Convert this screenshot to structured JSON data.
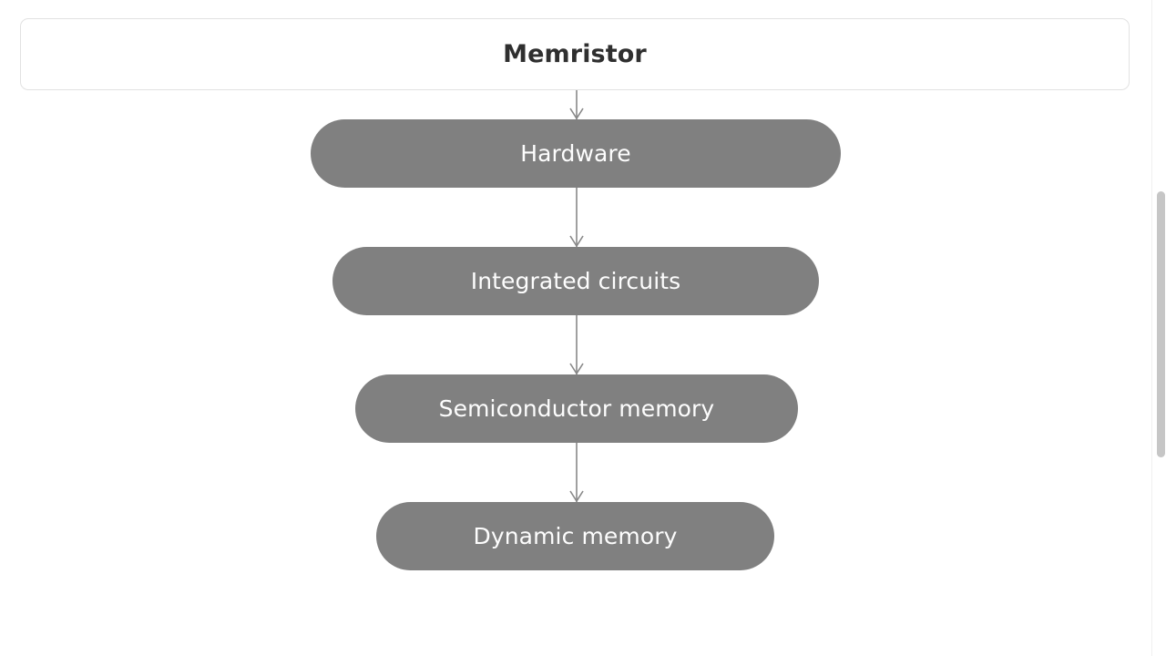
{
  "header": {
    "title": "Memristor"
  },
  "graph": {
    "type": "flowchart",
    "orientation": "top-to-bottom",
    "node_fill_color": "#808080",
    "node_text_color": "#ffffff",
    "edge_color": "#888888",
    "nodes": [
      {
        "id": "hardware",
        "label": "Hardware",
        "level": 1
      },
      {
        "id": "integrated-circuits",
        "label": "Integrated circuits",
        "level": 2
      },
      {
        "id": "semiconductor-memory",
        "label": "Semiconductor memory",
        "level": 3
      },
      {
        "id": "dynamic-memory",
        "label": "Dynamic memory",
        "level": 4
      }
    ],
    "edges": [
      {
        "from": "title",
        "to": "hardware",
        "arrow": "down"
      },
      {
        "from": "hardware",
        "to": "integrated-circuits",
        "arrow": "down"
      },
      {
        "from": "integrated-circuits",
        "to": "semiconductor-memory",
        "arrow": "down"
      },
      {
        "from": "semiconductor-memory",
        "to": "dynamic-memory",
        "arrow": "down"
      }
    ]
  },
  "scrollbar": {
    "orientation": "vertical",
    "thumb_color": "#c6c6c6"
  }
}
